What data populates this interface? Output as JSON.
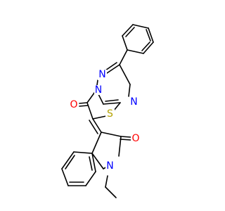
{
  "atom_labels": {
    "n_triazole_top": "N",
    "n_triazole_bottom": "N",
    "n_triazole_right": "N",
    "s_thiazole": "S",
    "o_thiazolone": "O",
    "o_indolone": "O",
    "n_indole": "N"
  },
  "colors": {
    "bond": "#000000",
    "nitrogen": "#0000ff",
    "oxygen": "#ff0000",
    "sulfur": "#b3a200"
  }
}
